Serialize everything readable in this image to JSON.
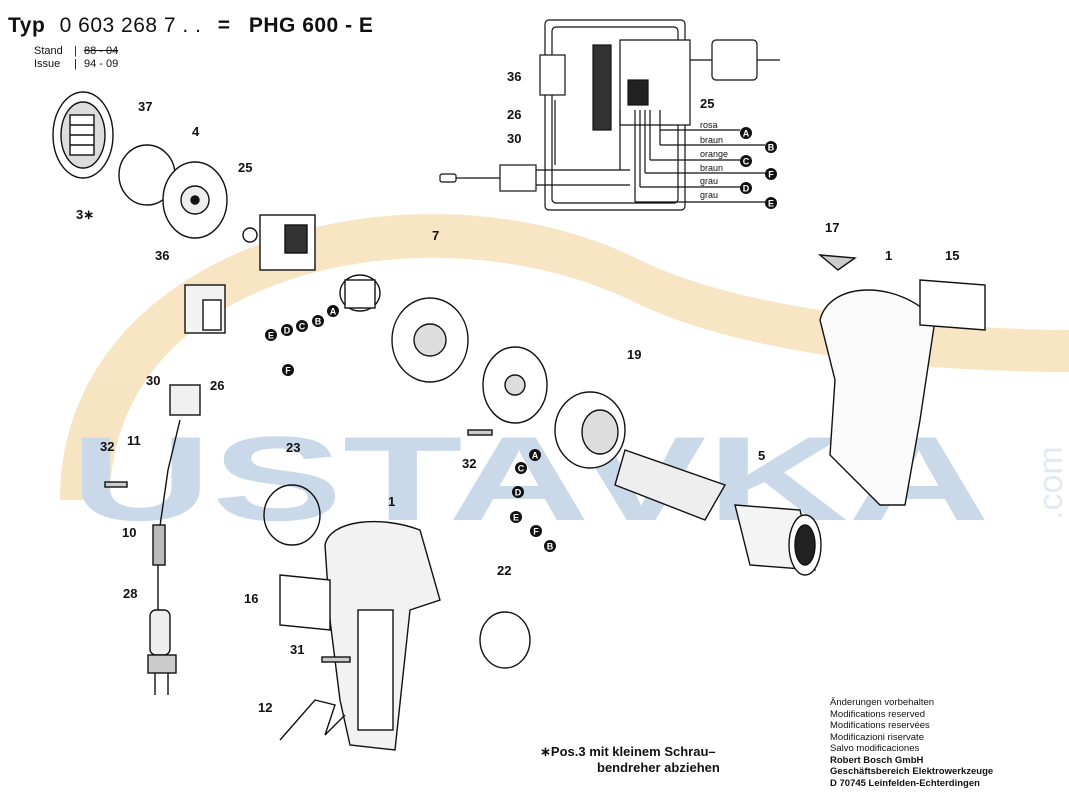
{
  "header": {
    "typ_label": "Typ",
    "typ_number": "0 603 268 7 . .",
    "equals": "=",
    "model": "PHG 600 - E",
    "stand_label": "Stand",
    "stand_value": "88 - 04",
    "issue_label": "Issue",
    "issue_value": "94 - 09"
  },
  "callouts": [
    "1",
    "4",
    "5",
    "7",
    "10",
    "11",
    "12",
    "15",
    "16",
    "17",
    "19",
    "22",
    "23",
    "25",
    "26",
    "28",
    "30",
    "31",
    "32",
    "36",
    "37",
    "3∗"
  ],
  "connector_letters": [
    "A",
    "B",
    "C",
    "D",
    "E",
    "F"
  ],
  "wire_colors": [
    "rosa",
    "braun",
    "orange",
    "braun",
    "grau",
    "grau"
  ],
  "footnote": {
    "line1": "∗Pos.3 mit kleinem Schrau–",
    "line2": "bendreher abziehen"
  },
  "notes": {
    "line1": "Änderungen vorbehalten",
    "line2": "Modifications reserved",
    "line3": "Modifications reservées",
    "line4": "Modificazioni riservate",
    "line5": "Salvo modificaciones",
    "company": "Robert Bosch GmbH",
    "division": "Geschäftsbereich Elektrowerkzeuge",
    "address": "D 70745 Leinfelden-Echterdingen"
  },
  "watermark": {
    "text": "USTAVKA",
    "suffix": ".com",
    "color": "#b9cde4",
    "arc_color": "#f4dcb0"
  }
}
